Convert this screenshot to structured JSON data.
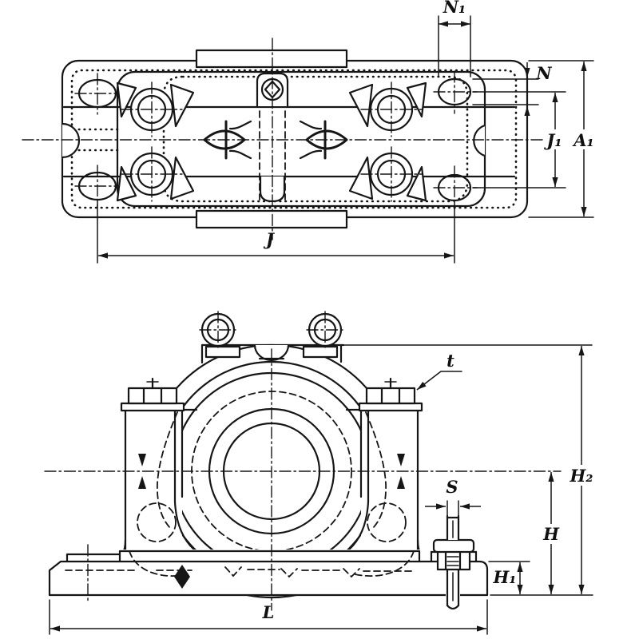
{
  "drawing": {
    "description": "two-view engineering drawing of a split plummer block bearing housing",
    "colors": {
      "line": "#161616",
      "background": "#ffffff"
    },
    "views": {
      "top": {
        "name": "top-view",
        "dims": {
          "n1": "N₁",
          "n": "N",
          "j1": "J₁",
          "a1": "A₁",
          "j": "J"
        }
      },
      "front": {
        "name": "front-view",
        "dims": {
          "t": "t",
          "h2": "H₂",
          "s": "S",
          "h": "H",
          "h1": "H₁",
          "l": "L"
        }
      }
    }
  }
}
